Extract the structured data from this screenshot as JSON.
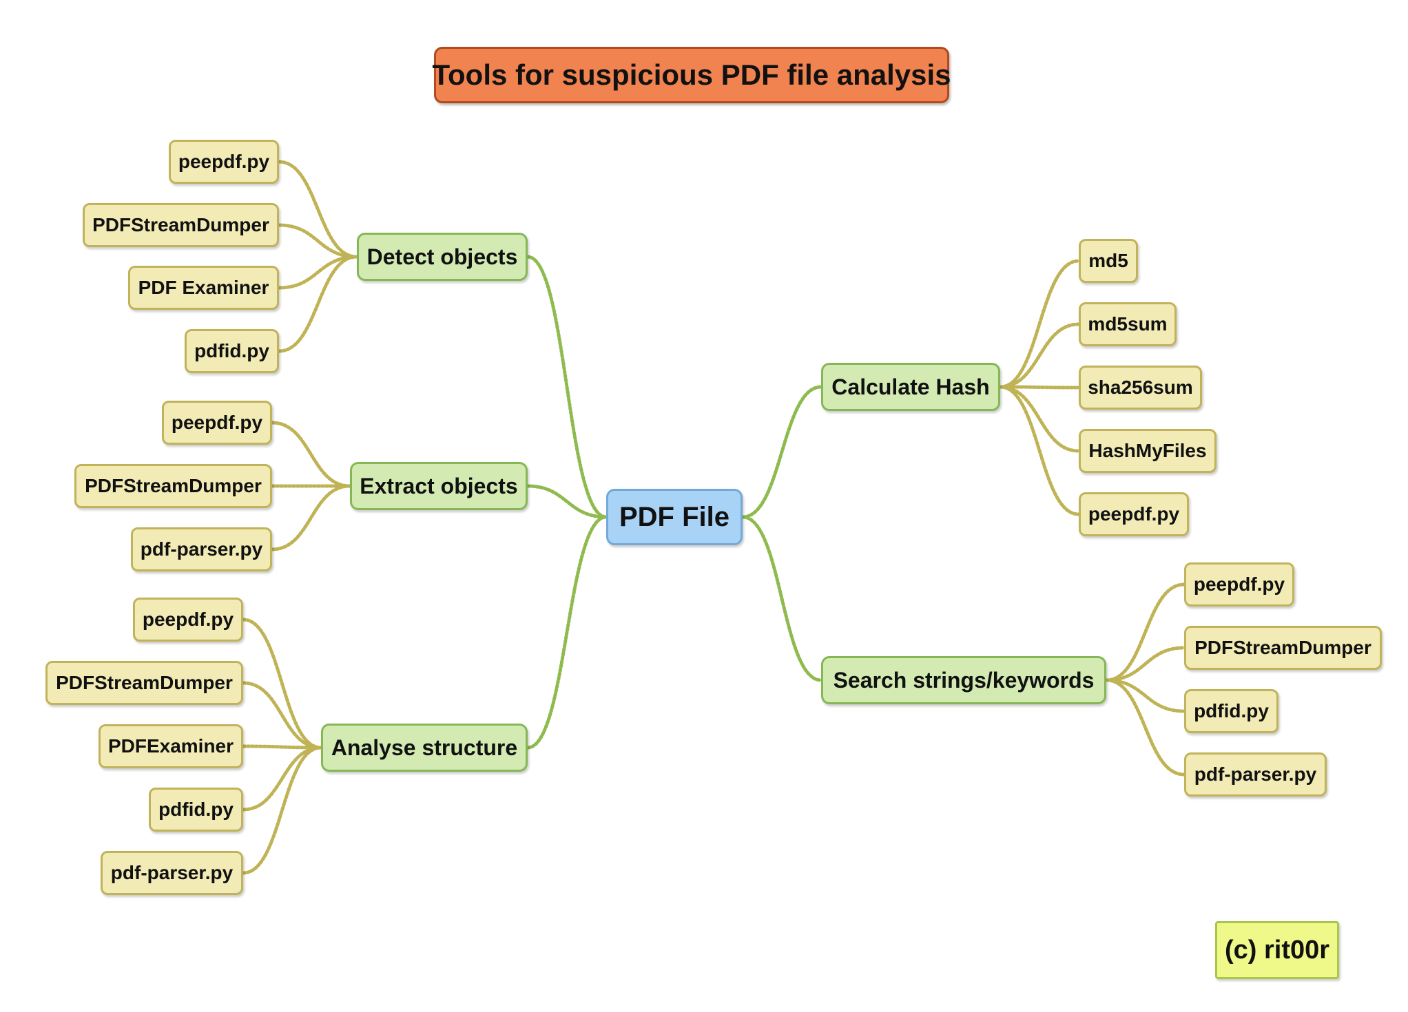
{
  "title": "Tools for suspicious PDF file analysis",
  "root": "PDF File",
  "credit": "(c) rit00r",
  "colors": {
    "title_fill": "#f0834f",
    "root_fill": "#a9d3f6",
    "branch_fill": "#d3ebb2",
    "leaf_fill": "#f2ebb5",
    "credit_fill": "#eef98a",
    "branch_connector": "#8fba4e",
    "leaf_connector": "#bfb356"
  },
  "branches": [
    {
      "label": "Detect objects",
      "leaves": [
        "peepdf.py",
        "PDFStreamDumper",
        "PDF Examiner",
        "pdfid.py"
      ]
    },
    {
      "label": "Extract objects",
      "leaves": [
        "peepdf.py",
        "PDFStreamDumper",
        "pdf-parser.py"
      ]
    },
    {
      "label": "Analyse structure",
      "leaves": [
        "peepdf.py",
        "PDFStreamDumper",
        "PDFExaminer",
        "pdfid.py",
        "pdf-parser.py"
      ]
    },
    {
      "label": "Calculate Hash",
      "leaves": [
        "md5",
        "md5sum",
        "sha256sum",
        "HashMyFiles",
        "peepdf.py"
      ]
    },
    {
      "label": "Search strings/keywords",
      "leaves": [
        "peepdf.py",
        "PDFStreamDumper",
        "pdfid.py",
        "pdf-parser.py"
      ]
    }
  ]
}
